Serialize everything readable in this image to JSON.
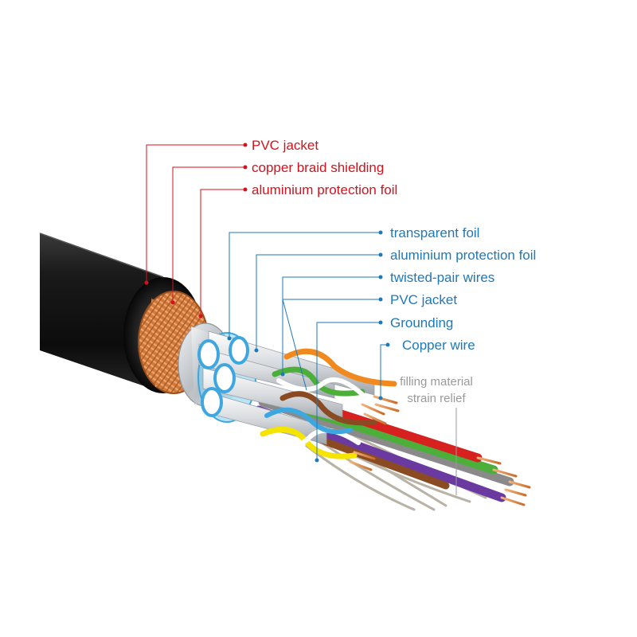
{
  "outer_labels": [
    {
      "text": "PVC jacket"
    },
    {
      "text": "copper braid shielding"
    },
    {
      "text": "aluminium protection foil"
    }
  ],
  "inner_labels": [
    {
      "text": "transparent foil"
    },
    {
      "text": "aluminium protection foil"
    },
    {
      "text": "twisted-pair wires"
    },
    {
      "text": "PVC jacket"
    },
    {
      "text": "Grounding"
    },
    {
      "text": "Copper wire"
    }
  ],
  "filling_label": {
    "line1": "filling material",
    "line2": "strain relief"
  },
  "colors": {
    "outer_label": "#d4121e",
    "inner_label": "#1e79b8",
    "filling_label": "#9a9a9a",
    "jacket": "#141414",
    "copper": "#d9884a",
    "foil": "#c8ccd0",
    "pair_blue": "#3fa7e0",
    "pair_green": "#4caf3a",
    "pair_orange": "#f08a1e",
    "pair_brown": "#8a4b22",
    "pair_yellow": "#f5e400",
    "pair_purple": "#6b3aa0",
    "pair_red": "#d6211f"
  }
}
